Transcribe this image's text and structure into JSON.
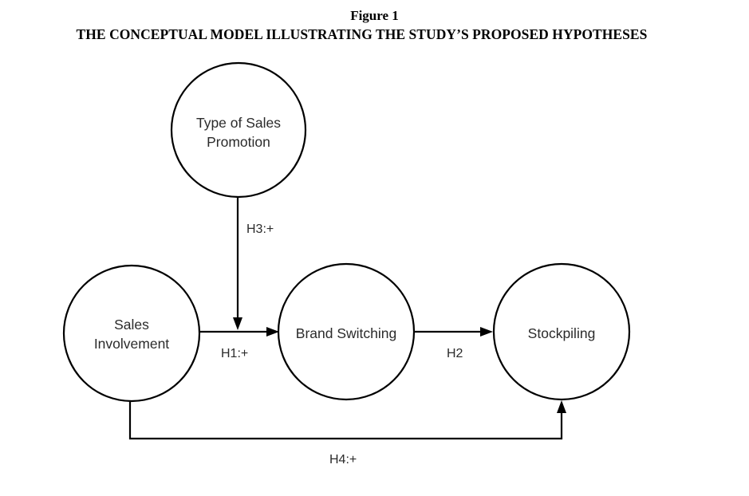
{
  "figure": {
    "number": "Figure 1",
    "title": "THE CONCEPTUAL MODEL ILLUSTRATING THE STUDY’S PROPOSED HYPOTHESES"
  },
  "nodes": {
    "type_of_sales_promotion": {
      "line1": "Type of Sales",
      "line2": "Promotion"
    },
    "sales_involvement": {
      "line1": "Sales",
      "line2": "Involvement"
    },
    "brand_switching": {
      "label": "Brand Switching"
    },
    "stockpiling": {
      "label": "Stockpiling"
    }
  },
  "edges": {
    "h1": {
      "from": "Sales Involvement",
      "to": "Brand Switching",
      "label": "H1:+"
    },
    "h2": {
      "from": "Brand Switching",
      "to": "Stockpiling",
      "label": "H2"
    },
    "h3": {
      "from": "Type of Sales Promotion",
      "to": "H1 path",
      "label": "H3:+"
    },
    "h4": {
      "from": "Sales Involvement",
      "to": "Stockpiling",
      "label": "H4:+"
    }
  }
}
